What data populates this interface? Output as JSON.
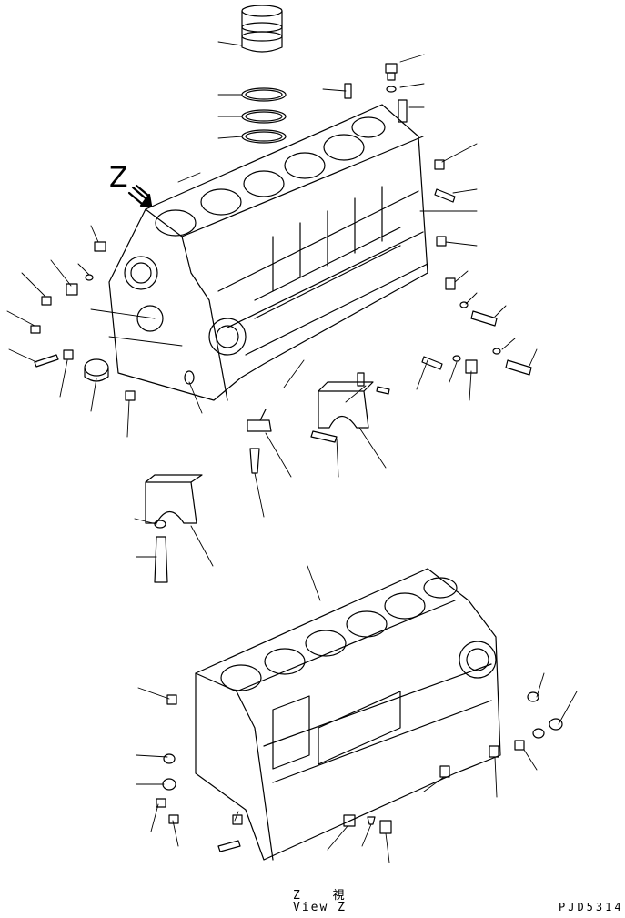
{
  "diagram": {
    "view_letter": "Z",
    "caption_jp": "Z 視",
    "caption_en": "View Z",
    "drawing_code": "PJD5314"
  },
  "style": {
    "line": "#000000",
    "paper": "#ffffff"
  },
  "parts": [
    "cylinder-liner",
    "liner-o-ring-1",
    "liner-o-ring-2",
    "liner-o-ring-3",
    "dowel-pin",
    "plug",
    "o-ring",
    "pipe",
    "bolt",
    "stud",
    "main-bearing-cap",
    "thrust-bearing-cap",
    "cap-bolt",
    "washer",
    "piston-cooling-nozzle",
    "cylinder-block"
  ]
}
